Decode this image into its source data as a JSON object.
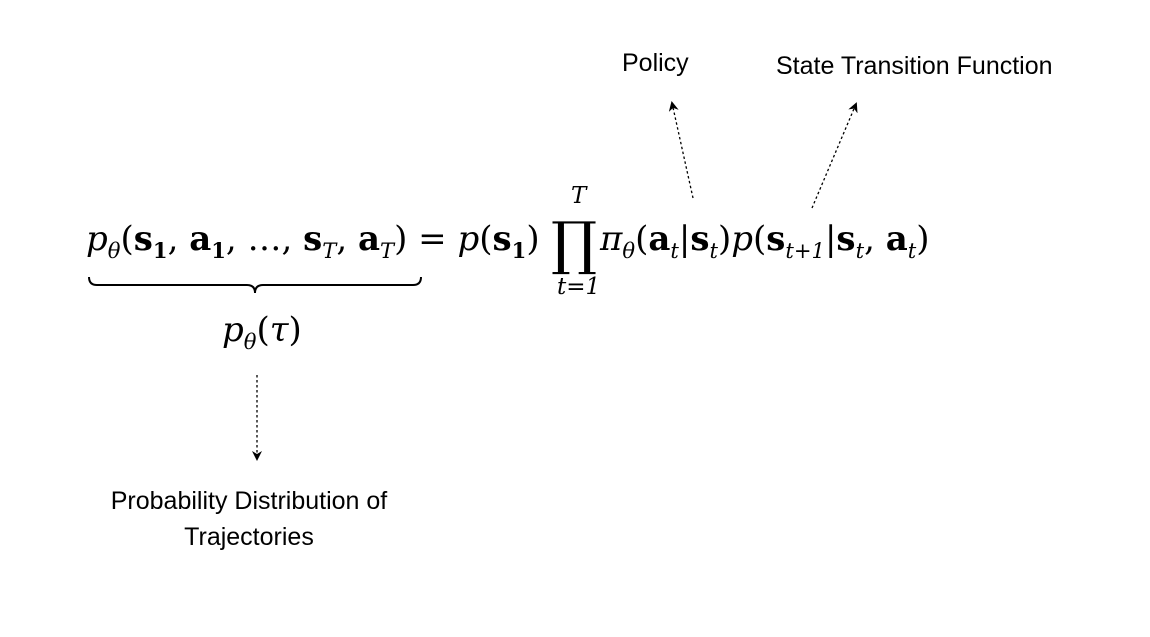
{
  "equation": {
    "lhs": {
      "p": "p",
      "theta": "θ",
      "open_paren": "(",
      "s": "s",
      "sub_1": "1",
      "comma": ", ",
      "a": "a",
      "ellipsis": "…",
      "sub_T": "T",
      "close_paren": ")"
    },
    "equals": " = ",
    "initial_state_prob": {
      "p": "p",
      "open_paren": "(",
      "s": "s",
      "sub_1": "1",
      "close_paren": ")"
    },
    "product": {
      "symbol": "∏",
      "upper_limit": "T",
      "lower_limit": "t=1"
    },
    "policy_term": {
      "pi": "π",
      "theta": "θ",
      "open_paren": "(",
      "a": "a",
      "sub_t": "t",
      "bar": "|",
      "s": "s",
      "close_paren": ")"
    },
    "transition_term": {
      "p": "p",
      "open_paren": "(",
      "s": "s",
      "sub_t_plus_1": "t+1",
      "bar": "|",
      "sub_t": "t",
      "comma": ", ",
      "a": "a",
      "close_paren": ")"
    }
  },
  "trajectory_symbol": {
    "p": "p",
    "theta": "θ",
    "open_paren": "(",
    "tau": "τ",
    "close_paren": ")"
  },
  "labels": {
    "policy": "Policy",
    "transition": "State Transition Function",
    "distribution_line1": "Probability Distribution of",
    "distribution_line2": "Trajectories"
  },
  "colors": {
    "ink": "#000000",
    "background": "#ffffff"
  }
}
